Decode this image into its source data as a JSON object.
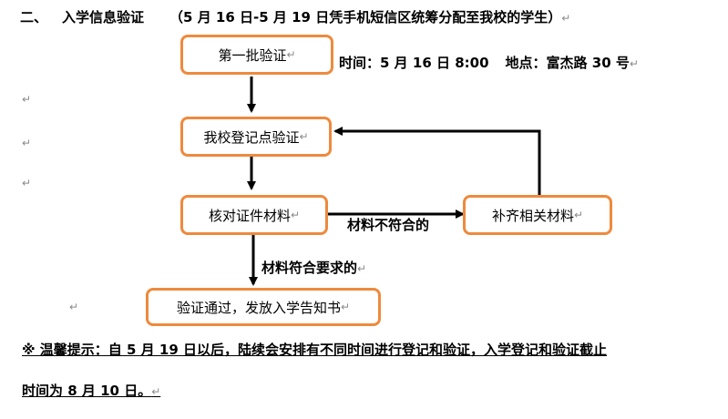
{
  "heading": {
    "number": "二、",
    "title": "入学信息验证",
    "subtitle": "（5 月 16 日-5 月 19 日凭手机短信区统筹分配至我校的学生）"
  },
  "return_mark": "↵",
  "nodes": {
    "first_batch": "第一批验证",
    "registration_point": "我校登记点验证",
    "check_documents": "核对证件材料",
    "supplement": "补齐相关材料",
    "issue_notice": "验证通过，发放入学告知书"
  },
  "info": {
    "time_label": "时间：",
    "time_value": "5 月 16 日 8:00",
    "place_label": "地点：",
    "place_value": "富杰路 30 号"
  },
  "edges": {
    "not_meeting": "材料不符合的",
    "meeting": "材料符合要求的"
  },
  "note": {
    "line1": "※ 温馨提示：自 5 月 19 日以后，陆续会安排有不同时间进行登记和验证，入学登记和验证截止",
    "line2": "时间为 8 月 10 日。"
  }
}
